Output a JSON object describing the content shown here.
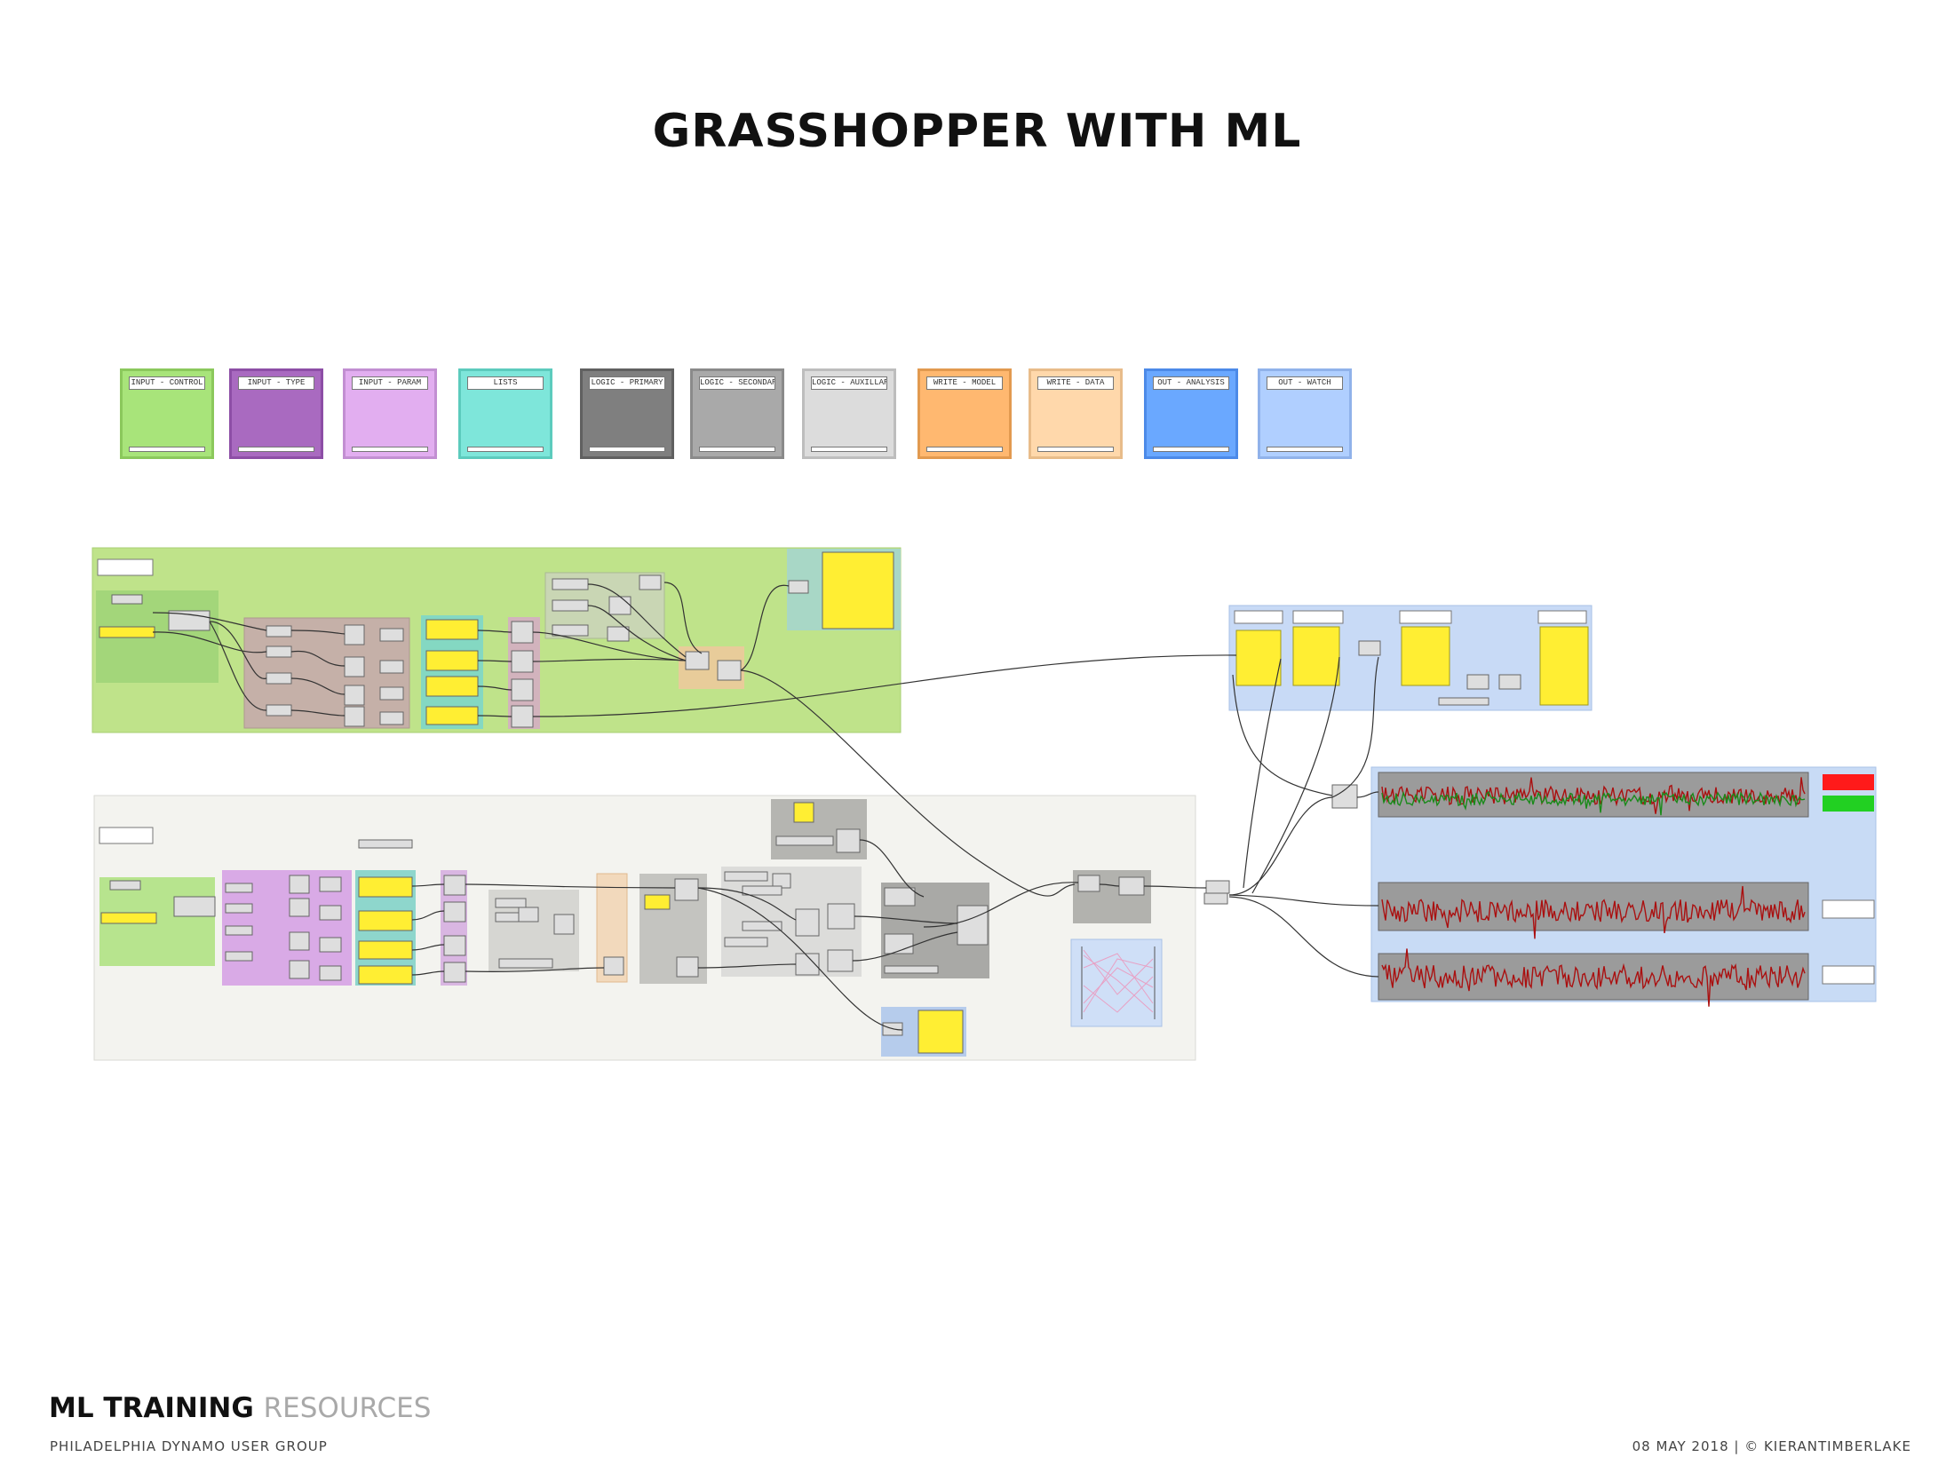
{
  "page": {
    "title": "GRASSHOPPER WITH ML",
    "footer": {
      "brand_bold": "ML TRAINING",
      "brand_light": "RESOURCES",
      "organization": "PHILADELPHIA DYNAMO USER GROUP",
      "date_credit": "08 MAY 2018  | © KIERANTIMBERLAKE"
    }
  },
  "legend": [
    {
      "label": "INPUT - CONTROL",
      "fill": "#a8e47a",
      "border": "#8bc85c"
    },
    {
      "label": "INPUT - TYPE",
      "fill": "#a96ac0",
      "border": "#8d4ea6"
    },
    {
      "label": "INPUT - PARAM",
      "fill": "#e2aef0",
      "border": "#c28fd2"
    },
    {
      "label": "LISTS",
      "fill": "#7ee6da",
      "border": "#5ccbbd"
    },
    {
      "label": "LOGIC - PRIMARY",
      "fill": "#7f7f7f",
      "border": "#606060"
    },
    {
      "label": "LOGIC - SECONDARY",
      "fill": "#a9a9a9",
      "border": "#8a8a8a"
    },
    {
      "label": "LOGIC - AUXILLARY",
      "fill": "#dcdcdc",
      "border": "#bdbdbd"
    },
    {
      "label": "WRITE - MODEL",
      "fill": "#ffb870",
      "border": "#e29a50"
    },
    {
      "label": "WRITE - DATA",
      "fill": "#ffd8ab",
      "border": "#e8bc8a"
    },
    {
      "label": "OUT - ANALYSIS",
      "fill": "#6aa8ff",
      "border": "#4c8ae8"
    },
    {
      "label": "OUT - WATCH",
      "fill": "#b0cfff",
      "border": "#90b2ea"
    }
  ]
}
